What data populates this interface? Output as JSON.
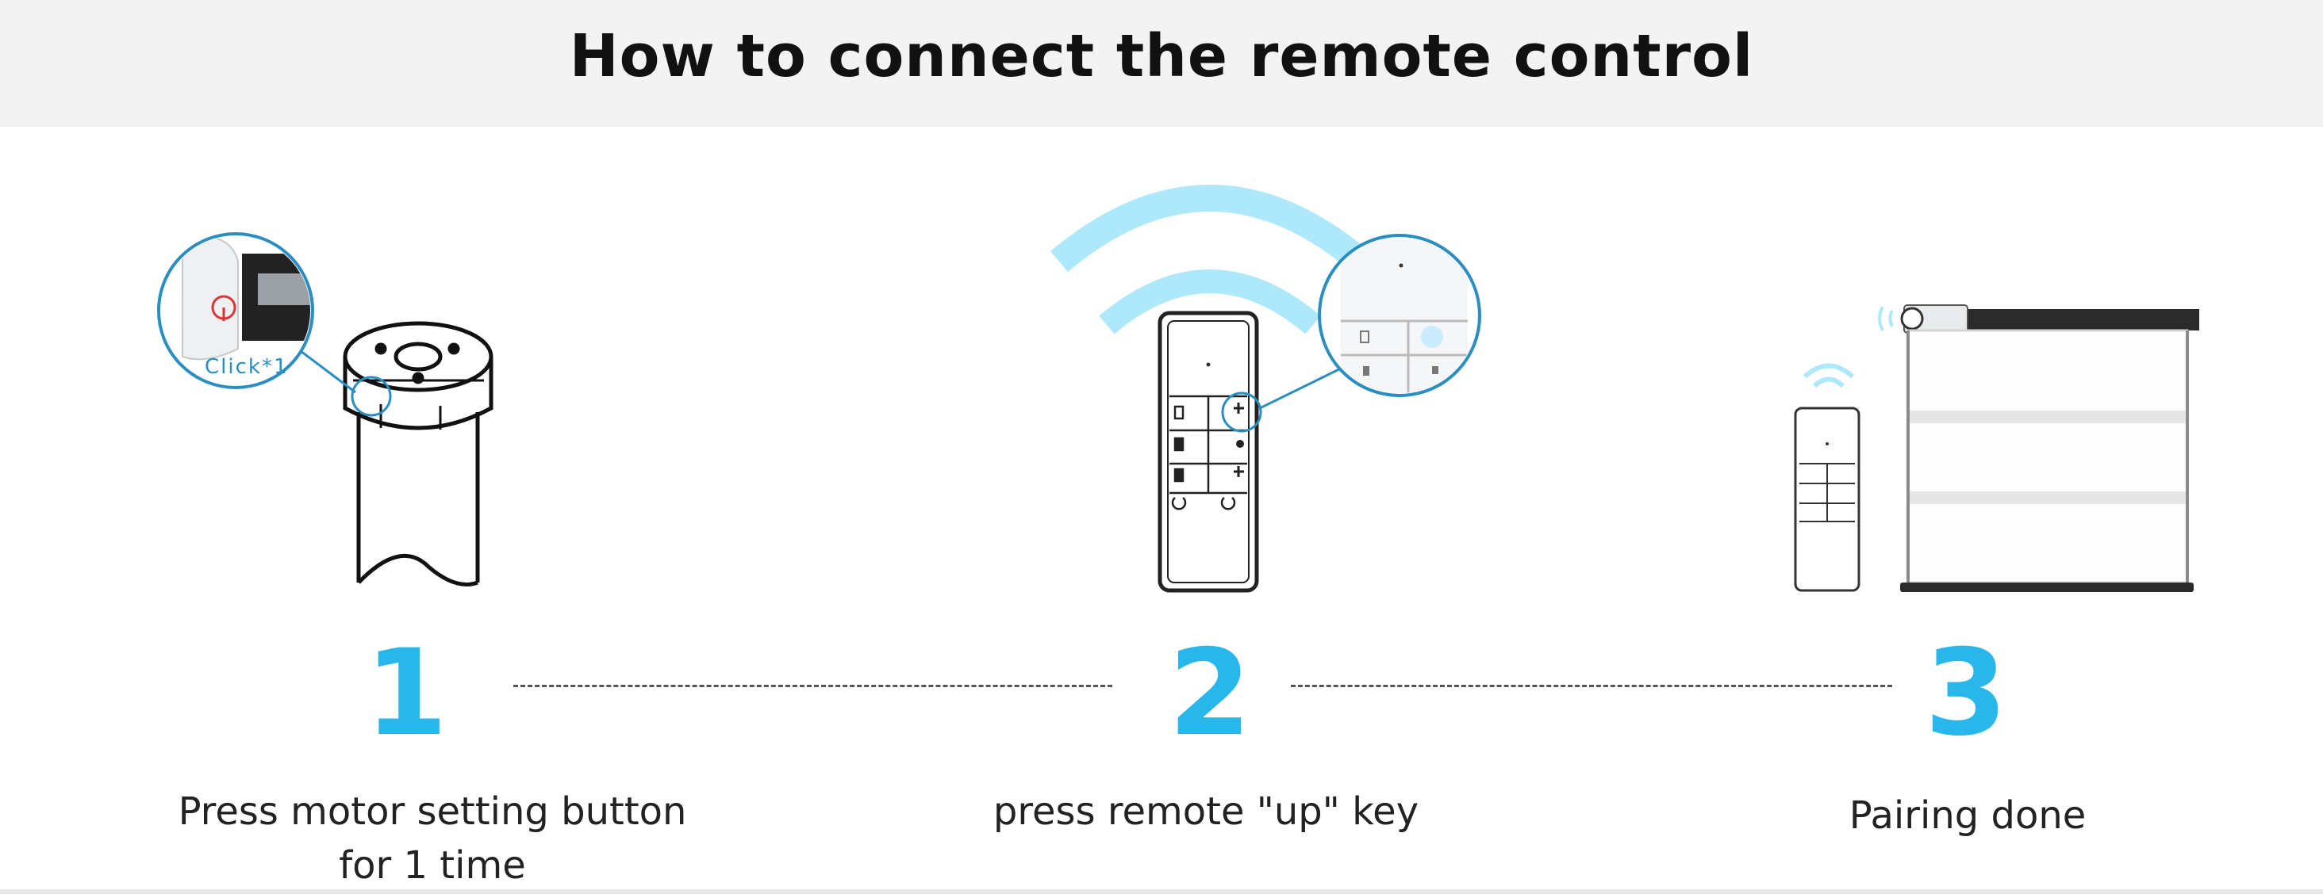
{
  "title": "How to connect the remote control",
  "steps": [
    {
      "number": "1",
      "caption": [
        "Press motor setting button",
        "for 1 time"
      ],
      "callout": "Click*1"
    },
    {
      "number": "2",
      "caption": [
        "press remote \"up\" key"
      ]
    },
    {
      "number": "3",
      "caption": [
        "Pairing done"
      ]
    }
  ],
  "colors": {
    "accent": "#29b6ea",
    "wave": "#aee8fb"
  }
}
